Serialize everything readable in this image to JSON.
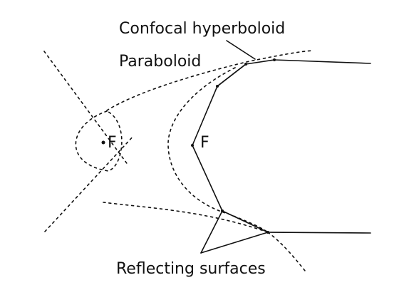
{
  "diagram": {
    "labels": {
      "hyperboloid": "Confocal hyperboloid",
      "paraboloid": "Paraboloid",
      "focus_left": "F",
      "focus_right": "F",
      "reflecting": "Reflecting surfaces"
    },
    "colors": {
      "ink": "#111111",
      "background": "#ffffff"
    }
  }
}
